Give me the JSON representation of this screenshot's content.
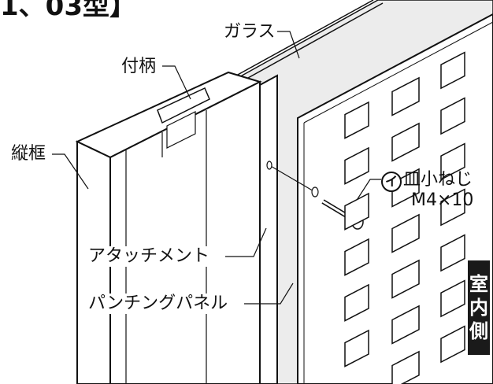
{
  "title": "1、03型】",
  "labels": {
    "glass": "ガラス",
    "handle": "付柄",
    "vertical_frame": "縦框",
    "attachment": "アタッチメント",
    "punching_panel": "パンチングパネル"
  },
  "screw": {
    "marker": "イ",
    "name": "皿小ねじ",
    "size": "M4×10"
  },
  "indoor_side": [
    "室",
    "内",
    "側"
  ],
  "colors": {
    "line": "#111111",
    "glass_fill": "#ececec",
    "panel_fill": "#ffffff",
    "badge": "#1a1a1a"
  }
}
